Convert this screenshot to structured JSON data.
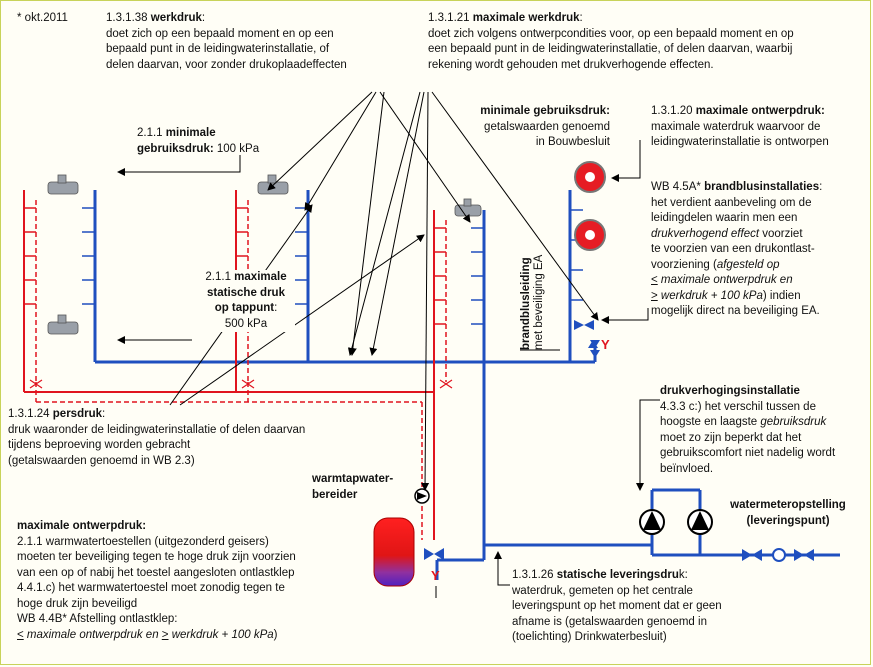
{
  "date_note": "* okt.2011",
  "werkdruk": {
    "code": "1.3.1.38",
    "title": "werkdruk",
    "colon": ":",
    "lines": [
      "doet zich op een bepaald moment en op een",
      "bepaald punt in de leidingwaterinstallatie, of",
      "delen daarvan, voor zonder drukoplaadeffecten"
    ]
  },
  "max_werkdruk": {
    "code": "1.3.1.21",
    "title": "maximale werkdruk",
    "colon": ":",
    "lines": [
      "doet zich volgens ontwerpcondities voor, op een bepaald moment en op",
      "een bepaald punt in de leidingwaterinstallatie, of delen daarvan, waarbij",
      "rekening wordt gehouden met drukverhogende effecten."
    ]
  },
  "min_gebruiksdruk_a": {
    "code": "2.1.1",
    "title1": "minimale",
    "title2": "gebruiksdruk:",
    "value": "100 kPa"
  },
  "min_gebruiksdruk_b": {
    "title": "minimale gebruiksdruk:",
    "lines": [
      "getalswaarden genoemd",
      "in Bouwbesluit"
    ]
  },
  "max_ontwerpdruk_top": {
    "code": "1.3.1.20",
    "title": "maximale ontwerpdruk:",
    "lines": [
      "maximale waterdruk waarvoor de",
      "leidingwaterinstallatie is ontworpen"
    ]
  },
  "brandblus": {
    "code": "WB 4.5A*",
    "title": "brandblusinstallaties",
    "colon": ":",
    "l1": "het verdient aanbeveling om de",
    "l2": "leidingdelen waarin men een",
    "l3a": "drukverhogend effect",
    "l3b": " voorziet",
    "l4": "te voorzien van een drukontlast-",
    "l5": "voorziening (",
    "l5b": "afgesteld op",
    "l6a": "<",
    "l6b": " maximale ontwerpdruk en",
    "l7a": ">",
    "l7b": " werkdruk + 100 kPa",
    "l7c": ") indien",
    "l8": "mogelijk direct na beveiliging EA."
  },
  "max_statische": {
    "code": "2.1.1",
    "title1": "maximale",
    "title2": "statische druk",
    "title3": "op tappunt",
    "colon": ":",
    "value": "500 kPa"
  },
  "brandblusleiding": {
    "title": "brandblusleiding",
    "sub": "met beveiliging EA"
  },
  "persdruk": {
    "code": "1.3.1.24",
    "title": "persdruk",
    "colon": ":",
    "lines": [
      "druk waaronder de leidingwaterinstallatie of delen daarvan",
      "tijdens beproeving worden gebracht",
      "(getalswaarden genoemd in WB 2.3)"
    ]
  },
  "drukverhoging": {
    "title": "drukverhogingsinstallatie",
    "lines": [
      "4.3.3 c:) het verschil tussen de",
      "hoogste en laagste ",
      "gebruiksdruk",
      "moet zo zijn beperkt dat het",
      "gebruikscomfort niet nadelig wordt",
      "beïnvloed."
    ]
  },
  "warmtap": {
    "l1": "warmtapwater-",
    "l2": "bereider"
  },
  "max_ontwerpdruk_bottom": {
    "title": "maximale ontwerpdruk:",
    "l1": "2.1.1 warmwatertoestellen (uitgezonderd geisers)",
    "l2": "moeten ter beveiliging tegen te hoge druk zijn voorzien",
    "l3": "van een op of nabij het toestel aangesloten ontlastklep",
    "l4": "4.4.1.c)  het warmwatertoestel moet zonodig tegen te",
    "l5": "hoge druk zijn beveiligd",
    "l6": "WB 4.4B* Afstelling ontlastklep:",
    "l7a": "<",
    "l7b": " maximale ontwerpdruk en ",
    "l7c": ">",
    "l7d": " werkdruk + 100 kPa",
    "l7e": ")"
  },
  "watermeter": {
    "l1": "watermeteropstelling",
    "l2": "(leveringspunt)"
  },
  "statische_levering": {
    "code": "1.3.1.26",
    "title": "statische  leveringsdru",
    "tail": "k:",
    "lines": [
      "waterdruk, gemeten op het centrale",
      "leveringspunt op het moment dat er geen",
      "afname is (getalswaarden genoemd in",
      "(toelichting) Drinkwaterbesluit)"
    ]
  },
  "valve_label_1": "Y",
  "valve_label_2": "Y",
  "colors": {
    "cold": "#1f4fbf",
    "hot": "#e0141e",
    "pump": "#000000"
  }
}
